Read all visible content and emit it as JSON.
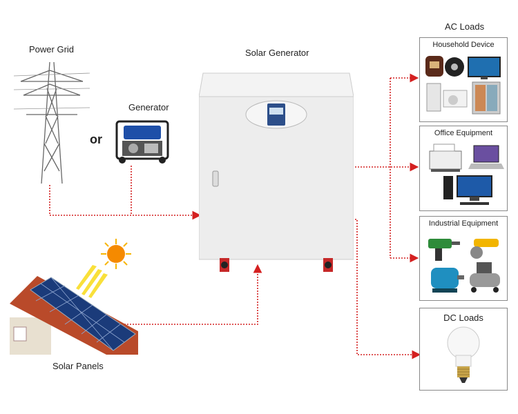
{
  "sources": {
    "power_grid_label": "Power Grid",
    "generator_label": "Generator",
    "or_text": "or",
    "solar_panels_label": "Solar Panels"
  },
  "center": {
    "solar_generator_label": "Solar Generator"
  },
  "loads": {
    "ac_loads_label": "AC Loads",
    "household_label": "Household Device",
    "office_label": "Office Equipment",
    "industrial_label": "Industrial Equipment",
    "dc_loads_label": "DC Loads"
  },
  "colors": {
    "connector": "#d42020",
    "cabinet": "#eeeeee",
    "box_border": "#888888"
  },
  "icons": [
    "transmission-tower-icon",
    "portable-generator-icon",
    "sun-icon",
    "solar-roof-icon",
    "solar-generator-cabinet-icon",
    "rice-cooker-icon",
    "tv-icon",
    "refrigerator-icon",
    "printer-icon",
    "laptop-icon",
    "desktop-pc-icon",
    "drill-icon",
    "angle-grinder-icon",
    "motor-icon",
    "compressor-icon",
    "light-bulb-icon"
  ]
}
